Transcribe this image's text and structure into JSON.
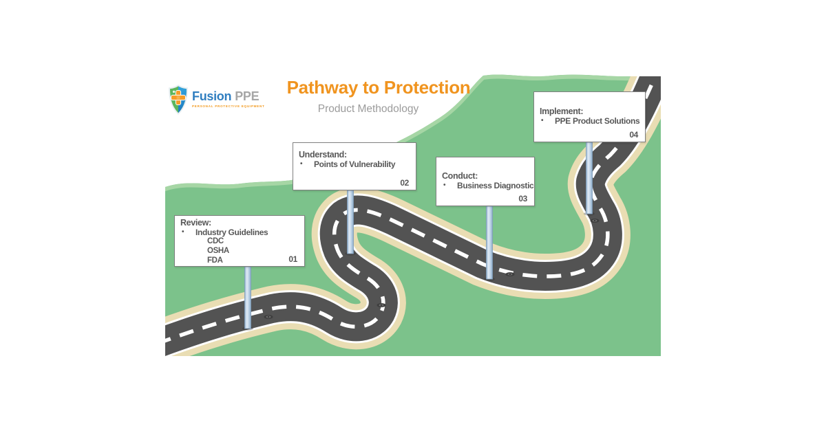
{
  "slide": {
    "logo": {
      "brand_primary": "Fusion",
      "brand_secondary": "PPE",
      "tagline": "PERSONAL PROTECTIVE EQUIPMENT"
    },
    "title": "Pathway to Protection",
    "subtitle": "Product Methodology",
    "bullet_char": "•",
    "signs": [
      {
        "title": "Review:",
        "bullet": "Industry Guidelines",
        "subitems": [
          "CDC",
          "OSHA",
          "FDA"
        ],
        "number": "01"
      },
      {
        "title": "Understand:",
        "bullet": "Points of Vulnerability",
        "subitems": [],
        "number": "02"
      },
      {
        "title": "Conduct:",
        "bullet": "Business Diagnostic",
        "subitems": [],
        "number": "03"
      },
      {
        "title": "Implement:",
        "bullet": "PPE Product Solutions",
        "subitems": [],
        "number": "04"
      }
    ],
    "colors": {
      "title_orange": "#F0941F",
      "field_green": "#7CC28B",
      "field_edge_highlight": "#A6D6A5",
      "road_asphalt": "#535353",
      "road_shoulder": "#E9DDB3",
      "road_line": "#FFFFFF",
      "pole_blue": "#B9CFE4",
      "sign_border": "#7F7F7F",
      "sign_text": "#575757",
      "subtitle_gray": "#9B9B9B",
      "brand_blue": "#2F7EC0",
      "brand_gray": "#A6A6A6",
      "logo_orange": "#F2991D"
    }
  }
}
